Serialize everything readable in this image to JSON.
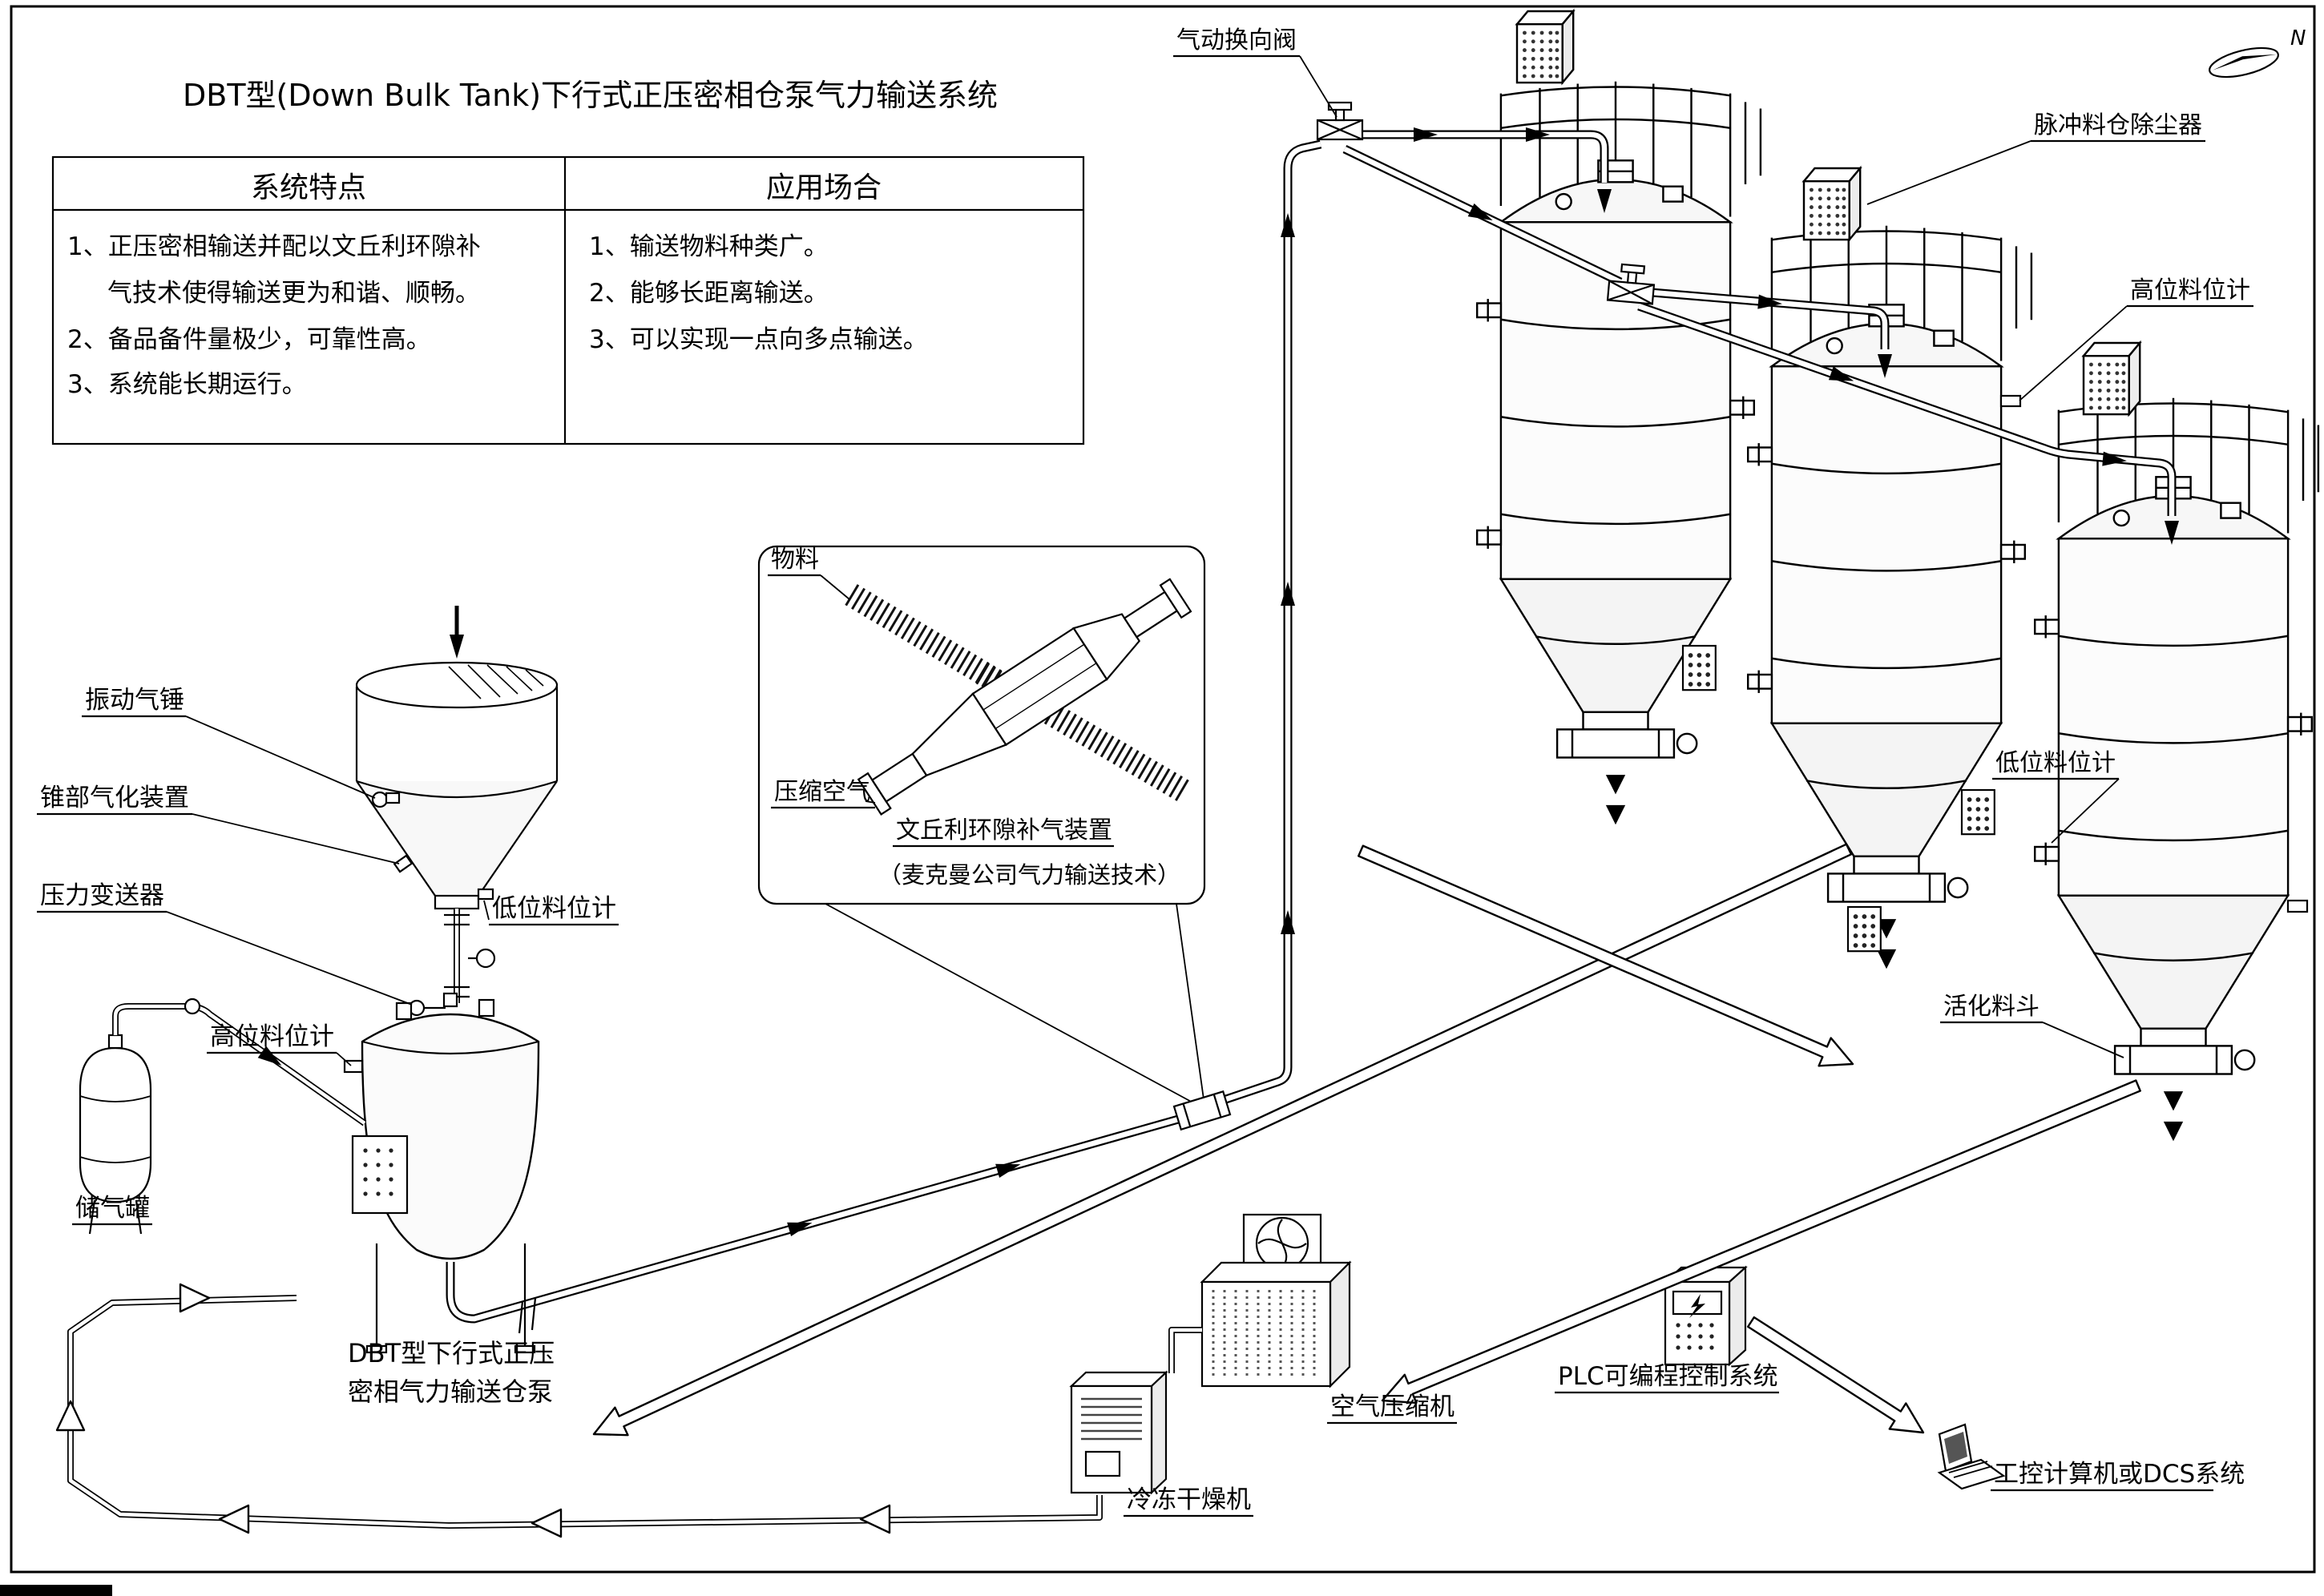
{
  "title": "DBT型(Down Bulk Tank)下行式正压密相仓泵气力输送系统",
  "compass": {
    "north": "N"
  },
  "colors": {
    "ink": "#000000",
    "paper": "#ffffff"
  },
  "table": {
    "header_features": "系统特点",
    "header_applications": "应用场合",
    "features": [
      "1、正压密相输送并配以文丘利环隙补",
      "气技术使得输送更为和谐、顺畅。",
      "2、备品备件量极少，可靠性高。",
      "3、系统能长期运行。"
    ],
    "applications": [
      "1、输送物料种类广。",
      "2、能够长距离输送。",
      "3、可以实现一点向多点输送。"
    ]
  },
  "labels": {
    "diverter_valve": "气动换向阀",
    "pulse_dust_collector": "脉冲料仓除尘器",
    "high_level_indicator_right": "高位料位计",
    "low_level_indicator_right": "低位料位计",
    "activation_hopper": "活化料斗",
    "vibration_air_hammer": "振动气锤",
    "cone_aeration_device": "锥部气化装置",
    "pressure_transmitter": "压力变送器",
    "high_level_indicator_left": "高位料位计",
    "low_level_indicator_left": "低位料位计",
    "air_receiver_tank": "储气罐",
    "silo_pump_line1": "DBT型下行式正压",
    "silo_pump_line2": "密相气力输送仓泵",
    "material": "物料",
    "compressed_air": "压缩空气",
    "venturi_device_line1": "文丘利环隙补气装置",
    "venturi_device_line2": "（麦克曼公司气力输送技术）",
    "air_compressor": "空气压缩机",
    "freeze_dryer": "冷冻干燥机",
    "plc_system": "PLC可编程控制系统",
    "industrial_computer": "工控计算机或DCS系统"
  }
}
